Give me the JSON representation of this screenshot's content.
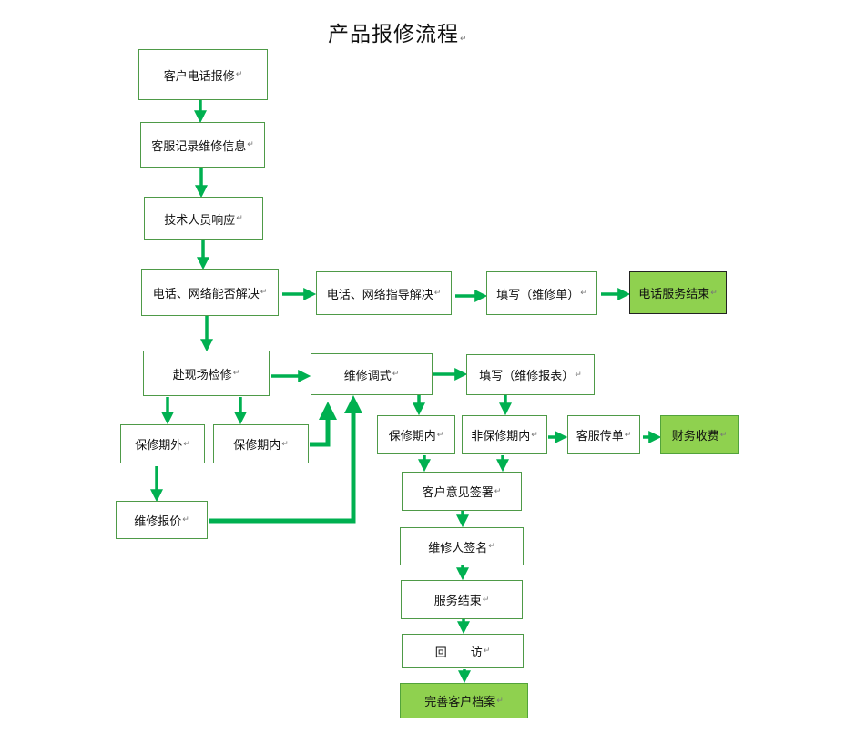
{
  "title": "产品报修流程",
  "para_mark": "↵",
  "colors": {
    "arrow": "#00b050",
    "box_border": "#4e9a47",
    "final_fill": "#8fd14f"
  },
  "nodes": {
    "customer_call": "客户电话报修",
    "cs_record": "客服记录维修信息",
    "tech_respond": "技术人员响应",
    "phone_net_solve": "电话、网络能否解决",
    "phone_net_guide": "电话、网络指导解决",
    "fill_repair_form": "填写（维修单）",
    "phone_service_end": "电话服务结束",
    "onsite_repair": "赴现场检修",
    "repair_debug": "维修调式",
    "fill_repair_report": "填写（维修报表）",
    "out_warranty": "保修期外",
    "in_warranty_left": "保修期内",
    "in_warranty_mid": "保修期内",
    "non_warranty": "非保修期内",
    "cs_dispatch": "客服传单",
    "finance_charge": "财务收费",
    "repair_quote": "维修报价",
    "customer_sign": "客户意见签署",
    "repairer_sign": "维修人签名",
    "service_end": "服务结束",
    "return_visit": "回　　访",
    "archive": "完善客户档案"
  }
}
